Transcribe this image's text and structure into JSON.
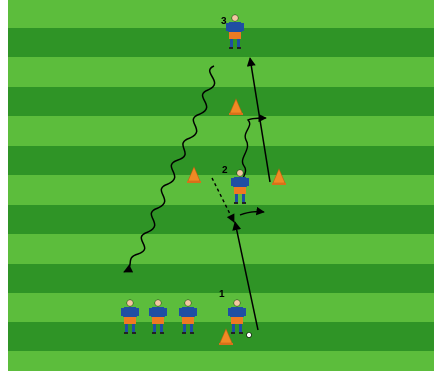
{
  "labels": {
    "player_3": "3",
    "player_2": "2",
    "player_1": "1"
  },
  "colors": {
    "stripe_light": "#5cbd3c",
    "stripe_dark": "#2f9426",
    "shirt": "#1f4fa3",
    "shorts": "#ee7a22",
    "cone": "#f08a24",
    "arrow": "#000000"
  },
  "elements": {
    "cones": 4,
    "waiting_players": 3
  }
}
